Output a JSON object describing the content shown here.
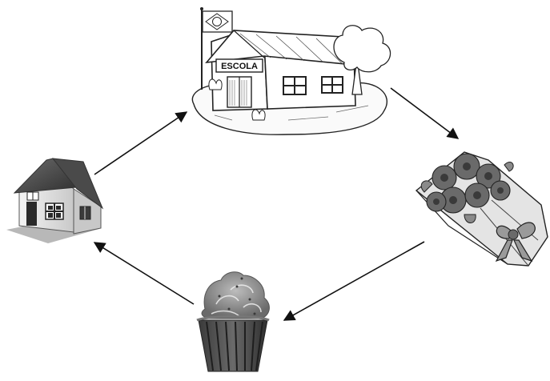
{
  "diagram": {
    "type": "cycle",
    "direction": "clockwise",
    "nodes": [
      {
        "id": "house",
        "icon": "house-icon"
      },
      {
        "id": "school",
        "icon": "school-icon",
        "sign": "ESCOLA"
      },
      {
        "id": "bouquet",
        "icon": "flower-bouquet-icon"
      },
      {
        "id": "cupcake",
        "icon": "cupcake-icon"
      }
    ],
    "edges": [
      {
        "from": "house",
        "to": "school"
      },
      {
        "from": "school",
        "to": "bouquet"
      },
      {
        "from": "bouquet",
        "to": "cupcake"
      },
      {
        "from": "cupcake",
        "to": "house"
      }
    ]
  }
}
